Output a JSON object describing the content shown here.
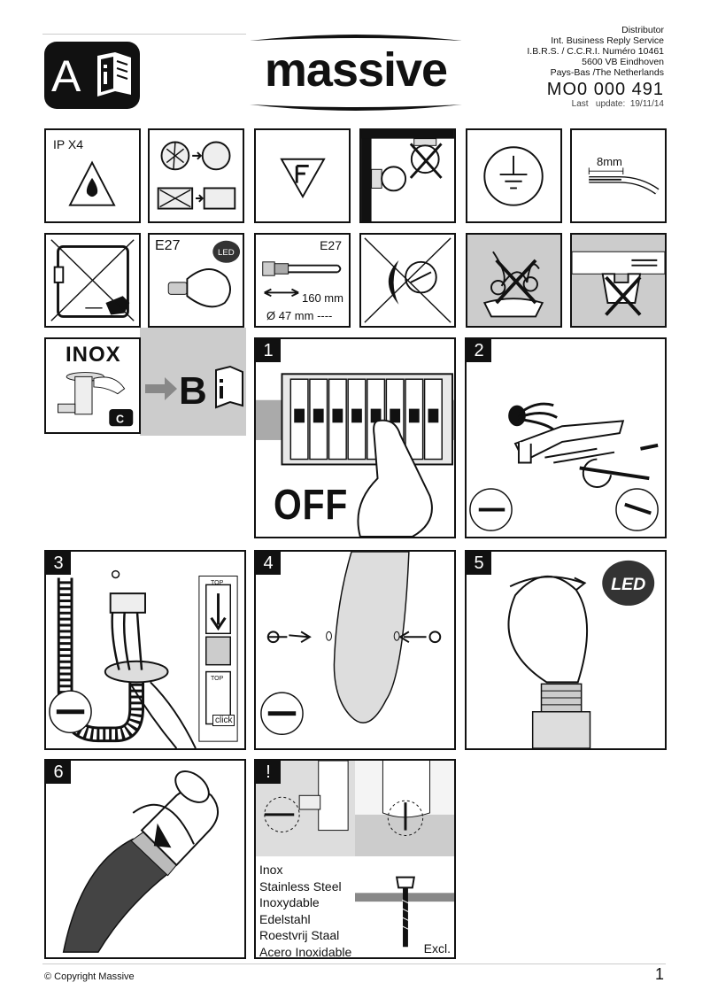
{
  "header": {
    "badge_letter": "A",
    "brand": "massive",
    "distributor_lines": [
      "Distributor",
      "Int. Business Reply Service",
      "I.B.R.S. / C.C.R.I. Numéro 10461",
      "5600 VB Eindhoven",
      "Pays-Bas /The Netherlands"
    ],
    "reference": "MO0 000 491",
    "last_update": "Last   update:  19/11/14"
  },
  "symbols": {
    "ip_rating": "IP X4",
    "wire_strip": "8mm",
    "socket_left": "E27",
    "socket_right": "E27",
    "length": "160 mm",
    "diameter": "Ø 47 mm ----",
    "led_badge": "LED"
  },
  "inox": {
    "title": "INOX",
    "letter": "B"
  },
  "steps": {
    "s1": "1",
    "s1_text": "OFF",
    "s2": "2",
    "s3": "3",
    "s3_top1": "TOP",
    "s3_top2": "TOP",
    "s3_click": "click",
    "s4": "4",
    "s5": "5",
    "s6": "6",
    "warn": "!"
  },
  "materials": [
    "Inox",
    "Stainless Steel",
    "Inoxydable",
    "Edelstahl",
    "Roestvrij Staal",
    "Acero Inoxidable"
  ],
  "excl": "Excl.",
  "footer": {
    "copyright": "© Copyright Massive",
    "page_number": "1"
  }
}
